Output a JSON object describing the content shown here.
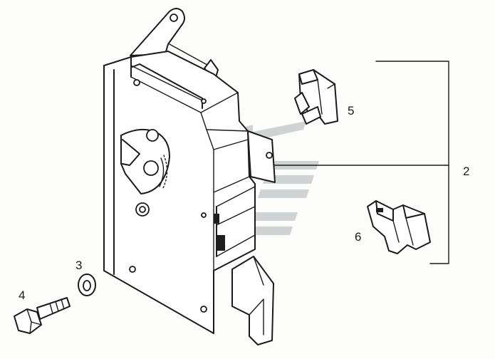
{
  "callouts": {
    "c2": "2",
    "c3": "3",
    "c4": "4",
    "c5": "5",
    "c6": "6"
  },
  "colors": {
    "ink": "#1b1b1b",
    "watermark": "#c9cccd",
    "background": "#fdfdfb"
  }
}
